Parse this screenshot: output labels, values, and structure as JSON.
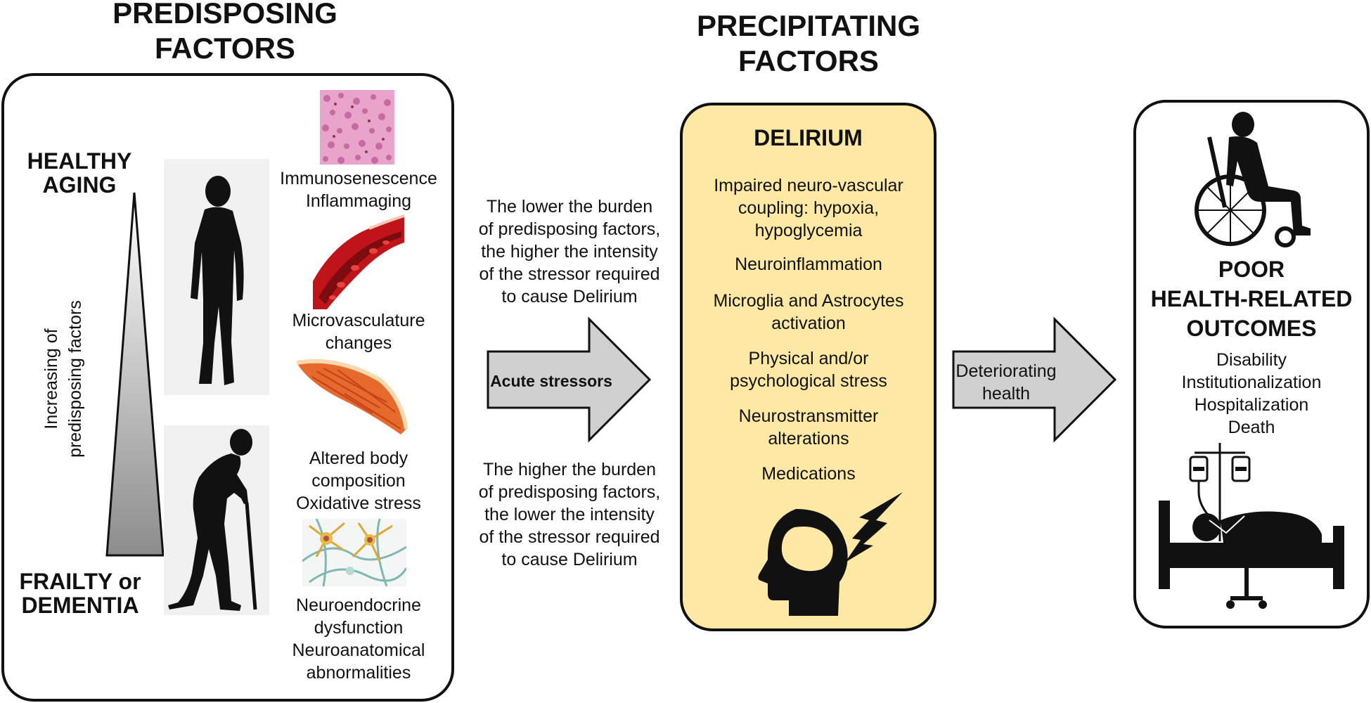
{
  "predisposing": {
    "title_line1": "PREDISPOSING",
    "title_line2": "FACTORS",
    "healthy_line1": "HEALTHY",
    "healthy_line2": "AGING",
    "axis_line1": "Increasing of",
    "axis_line2": "predisposing factors",
    "frailty_line1": "FRAILTY or",
    "frailty_line2": "DEMENTIA",
    "factor1_line1": "Immunosenescence",
    "factor1_line2": "Inflammaging",
    "factor2_line1": "Microvasculature",
    "factor2_line2": "changes",
    "factor3_line1": "Altered body",
    "factor3_line2": "composition",
    "factor3_line3": "Oxidative stress",
    "factor4_line1": "Neuroendocrine",
    "factor4_line2": "dysfunction",
    "factor4_line3": "Neuroanatomical",
    "factor4_line4": "abnormalities"
  },
  "middle": {
    "top_lines": [
      "The lower the burden",
      "of predisposing factors,",
      "the higher the intensity",
      "of the stressor required",
      "to cause Delirium"
    ],
    "bottom_lines": [
      "The higher the burden",
      "of predisposing factors,",
      "the lower the intensity",
      "of the stressor required",
      "to cause Delirium"
    ],
    "arrow_label": "Acute stressors"
  },
  "precipitating": {
    "title_line1": "PRECIPITATING",
    "title_line2": "FACTORS",
    "box_title": "DELIRIUM",
    "items": [
      [
        "Impaired neuro-vascular",
        "coupling: hypoxia,",
        "hypoglycemia"
      ],
      [
        "Neuroinflammation"
      ],
      [
        "Microglia and Astrocytes",
        "activation"
      ],
      [
        "Physical and/or",
        "psychological stress"
      ],
      [
        "Neurostransmitter",
        "alterations"
      ],
      [
        "Medications"
      ]
    ],
    "fill_color": "#fde8a4"
  },
  "deteriorating": {
    "line1": "Deteriorating",
    "line2": "health"
  },
  "outcomes": {
    "heading_line1": "POOR",
    "heading_line2": "HEALTH-RELATED",
    "heading_line3": "OUTCOMES",
    "items": [
      "Disability",
      "Institutionalization",
      "Hospitalization",
      "Death"
    ]
  },
  "icons": [
    "walking-person-icon",
    "elderly-with-cane-icon",
    "tissue-histology-icon",
    "blood-vessel-icon",
    "muscle-fiber-icon",
    "neuron-network-icon",
    "head-with-brain-icon",
    "lightning-bolt-icon",
    "wheelchair-person-icon",
    "hospital-bed-icon",
    "iv-drip-icon"
  ]
}
